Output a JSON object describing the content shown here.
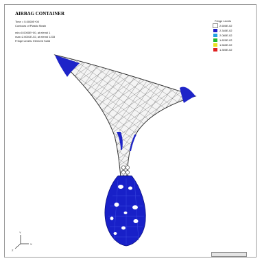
{
  "title": "AIRBAG CONTAINER",
  "info_lines": [
    "Time = 5.0000E+00",
    "Contours of Plastic Strain",
    "min=0.0000E+00, at elem# 1",
    "max=2.6001E-02, at elem# 1233",
    "Fringe Levels: Element Solid"
  ],
  "legend": {
    "title": "Fringe Levels",
    "levels": [
      {
        "value": "2.600E-02",
        "color": "#ffffff"
      },
      {
        "value": "2.340E-02",
        "color": "#2020c8"
      },
      {
        "value": "2.080E-02",
        "color": "#22a0e0"
      },
      {
        "value": "1.820E-02",
        "color": "#22b830"
      },
      {
        "value": "1.560E-02",
        "color": "#e8e020"
      },
      {
        "value": "1.300E-02",
        "color": "#e02020"
      }
    ]
  },
  "axis_labels": {
    "x": "X",
    "y": "Y",
    "z": "Z"
  },
  "viewport_label": ""
}
